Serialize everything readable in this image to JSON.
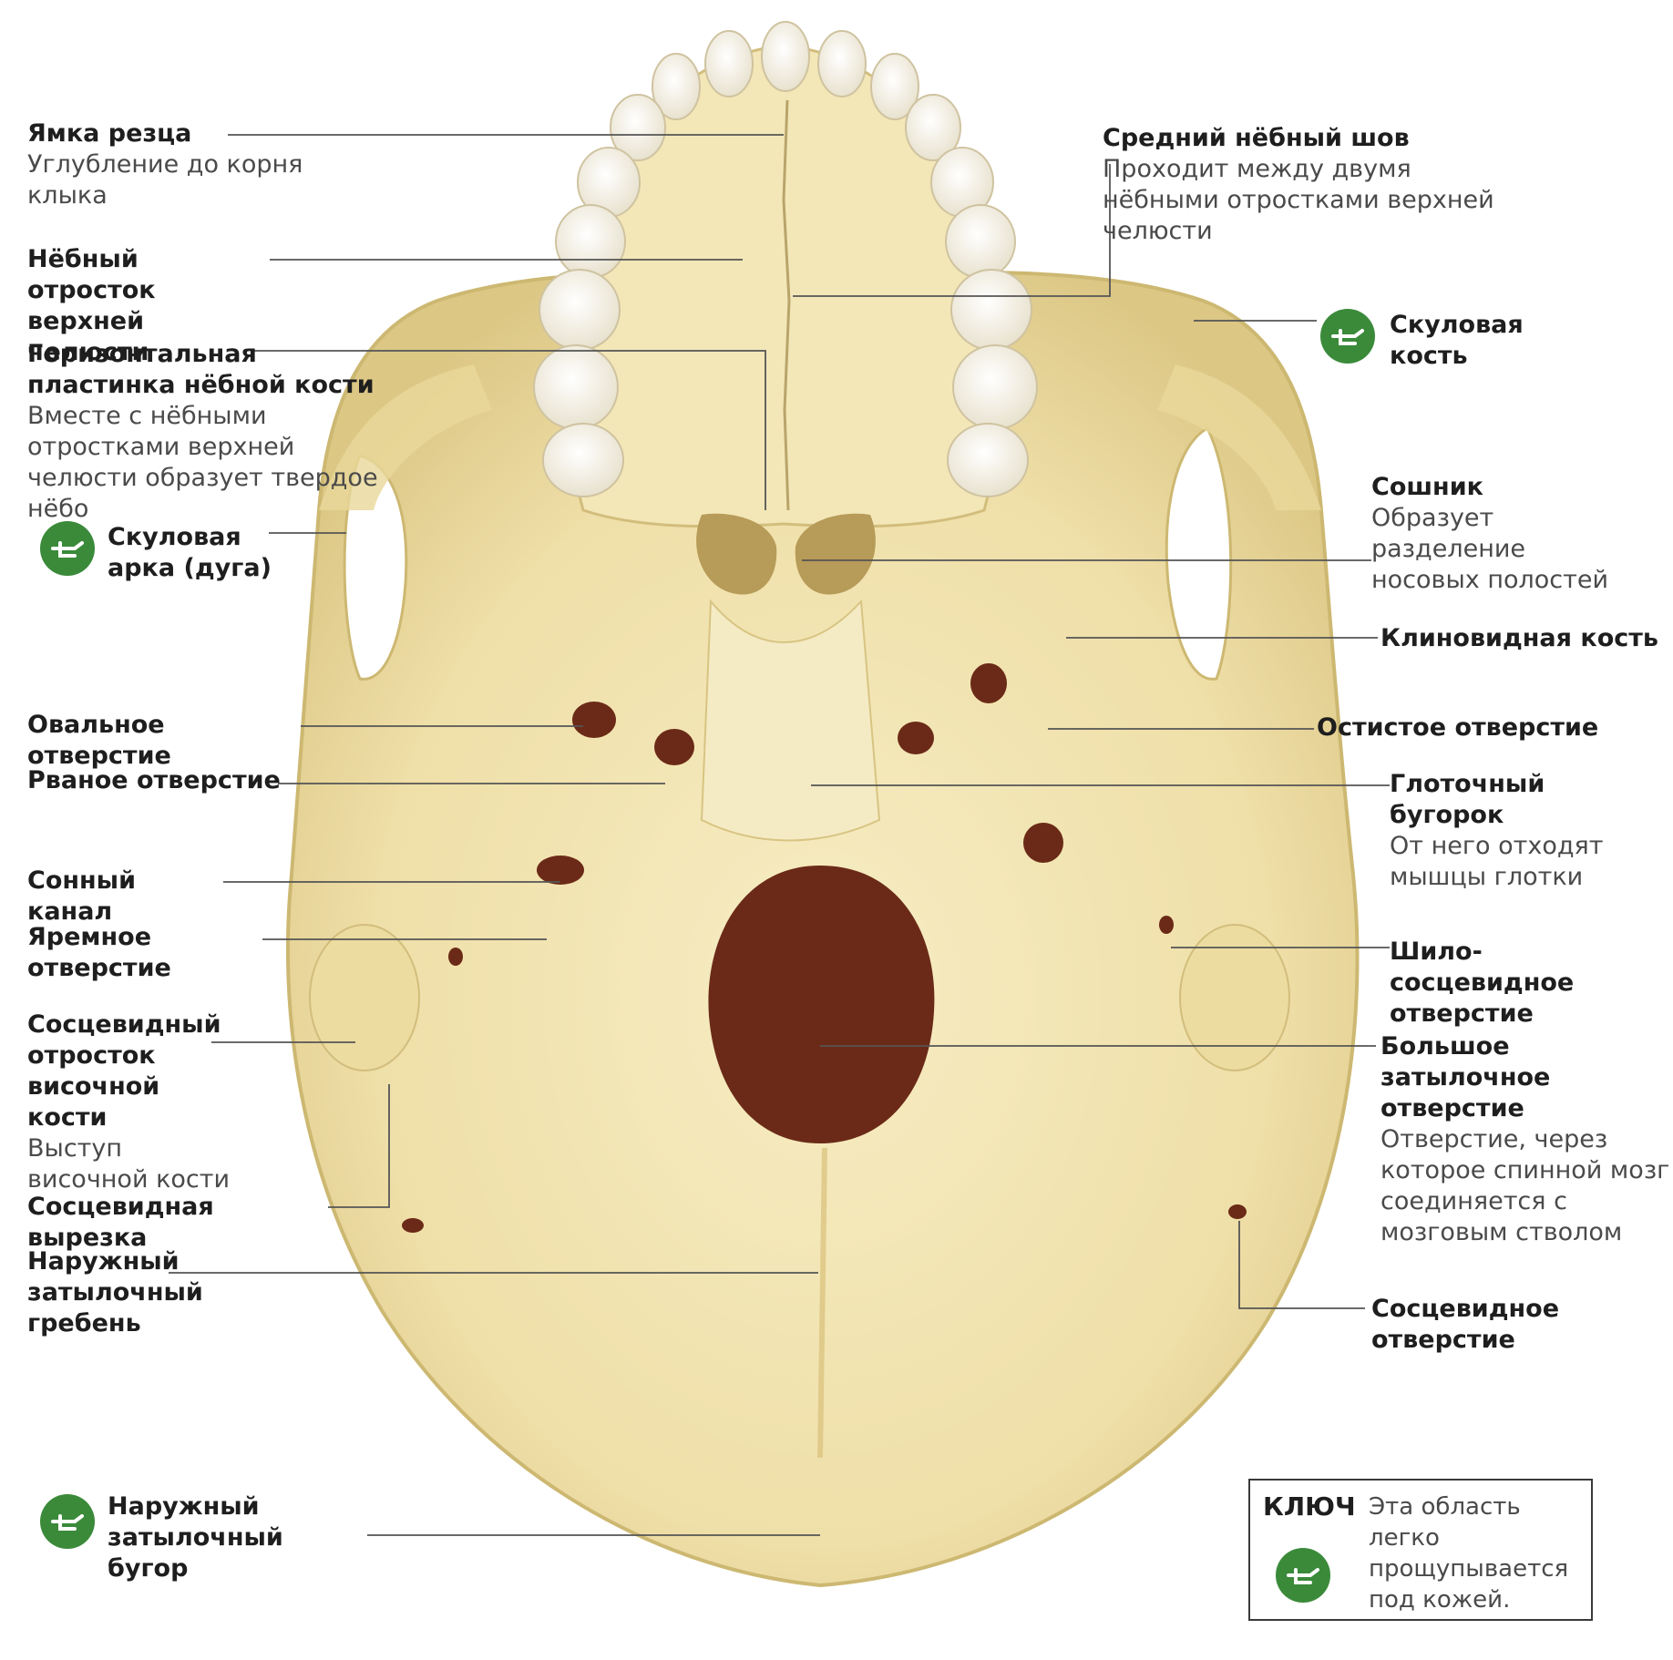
{
  "labels": {
    "incisive_fossa": {
      "title": "Ямка резца",
      "desc": "Углубление до корня клыка"
    },
    "median_palatine_suture": {
      "title": "Средний нёбный шов",
      "desc": "Проходит между двумя нёбными отростками верхней челюсти"
    },
    "palatine_process": {
      "title": "Нёбный отросток верхней челюсти"
    },
    "horizontal_plate": {
      "title": "Горизонтальная пластинка нёбной кости",
      "desc": "Вместе с нёбными отростками верхней челюсти образует твердое нёбо"
    },
    "zygomatic_bone": {
      "title": "Скуловая кость"
    },
    "zygomatic_arch": {
      "title": "Скуловая арка (дуга)"
    },
    "vomer": {
      "title": "Сошник",
      "desc": "Образует разделение носовых полостей"
    },
    "sphenoid": {
      "title": "Клиновидная кость"
    },
    "foramen_ovale": {
      "title": "Овальное отверстие"
    },
    "foramen_spinosum": {
      "title": "Остистое отверстие"
    },
    "foramen_lacerum": {
      "title": "Рваное отверстие"
    },
    "pharyngeal_tubercle": {
      "title": "Глоточный бугорок",
      "desc": "От него отходят мышцы глотки"
    },
    "carotid_canal": {
      "title": "Сонный канал"
    },
    "jugular_foramen": {
      "title": "Яремное отверстие"
    },
    "stylomastoid": {
      "title": "Шило-сосцевидное отверстие"
    },
    "mastoid_process": {
      "title": "Сосцевидный отросток височной кости",
      "desc": "Выступ височной кости"
    },
    "foramen_magnum": {
      "title": "Большое затылочное отверстие",
      "desc": "Отверстие, через которое спинной мозг соединяется с мозговым стволом"
    },
    "mastoid_notch": {
      "title": "Сосцевидная вырезка"
    },
    "external_occipital_crest": {
      "title": "Наружный затылочный гребень"
    },
    "mastoid_foramen": {
      "title": "Сосцевидное отверстие"
    },
    "external_occipital_protuberance": {
      "title": "Наружный затылочный бугор"
    }
  },
  "key": {
    "title": "КЛЮЧ",
    "text": "Эта область легко прощупывается под кожей."
  },
  "colors": {
    "bone": "#f2e6b8",
    "bone_shadow": "#d9c88a",
    "hole": "#6b2a17",
    "leader": "#555555",
    "icon": "#3a8a3a",
    "tooth": "#f7f3e6"
  },
  "icons": {
    "palpable": "pointing-hand-icon"
  }
}
